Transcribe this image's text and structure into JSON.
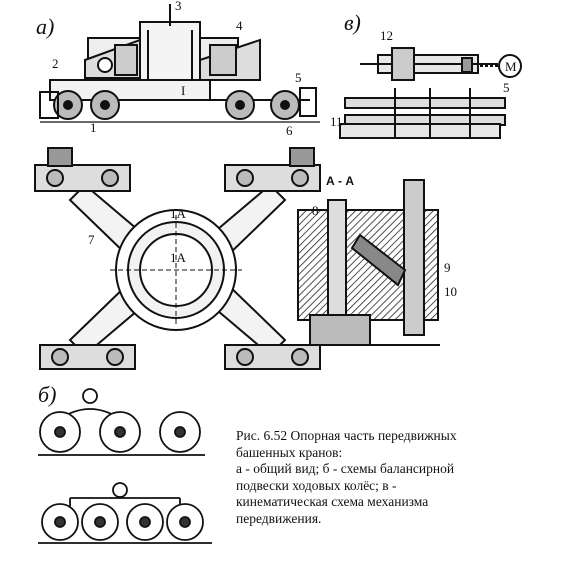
{
  "figure": {
    "panel_labels": {
      "a": "а)",
      "b": "б)",
      "v": "в)"
    },
    "section_label": "А - А",
    "axis_label_top": "1А",
    "axis_label_center": "1А",
    "plan_label": "I",
    "numbers": [
      "1",
      "2",
      "3",
      "4",
      "5",
      "6",
      "7",
      "8",
      "9",
      "10",
      "11",
      "12"
    ],
    "motor_label": "М",
    "caption": [
      "Рис. 6.52 Опорная часть передвижных",
      "башенных кранов:",
      "а - общий вид; б - схемы балансирной",
      "подвески ходовых колёс; в -",
      "кинематическая схема механизма",
      "передвижения."
    ]
  }
}
